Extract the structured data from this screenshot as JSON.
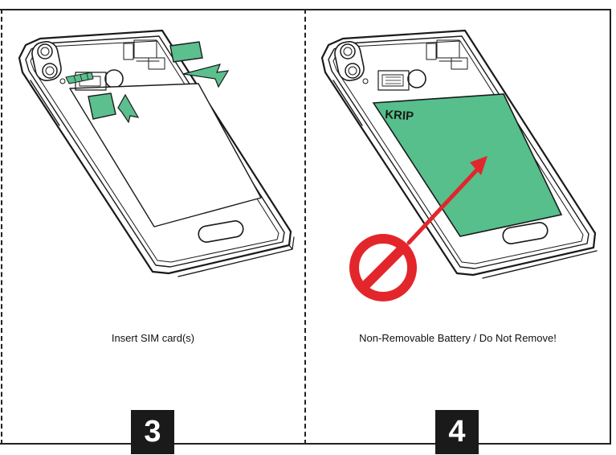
{
  "panels": [
    {
      "step": "3",
      "caption": "Insert SIM card(s)"
    },
    {
      "step": "4",
      "caption": "Non-Removable Battery / Do Not Remove!",
      "battery_brand": "KRIP"
    }
  ],
  "colors": {
    "sim_green": "#5bbf8e",
    "battery_green": "#56bf8b",
    "warning_red": "#e3262b",
    "line": "#1a1a1a"
  },
  "icons": [
    "phone-back-illustration",
    "sim-card-icon",
    "insert-arrow-icon",
    "battery-icon",
    "removal-arrow-icon",
    "prohibited-icon"
  ]
}
